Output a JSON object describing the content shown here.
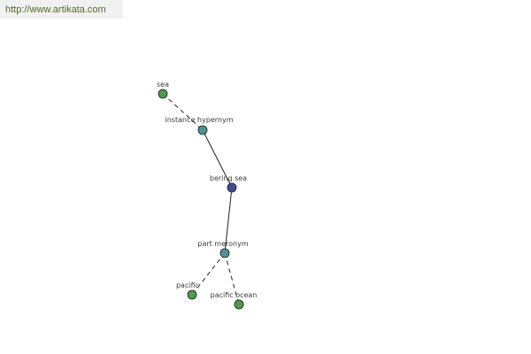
{
  "header": {
    "url": "http://www.artikata.com"
  },
  "colors": {
    "background": "#ffffff",
    "url_bar": "#f1f1f1",
    "url_text": "#4f6a2a",
    "center_node": "#3f4f8f",
    "relation_node": "#4f9494",
    "word_node": "#4f9a4f",
    "edge": "#222222",
    "label": "#3a3a3a"
  },
  "graph": {
    "nodes": [
      {
        "id": "sea",
        "label": "sea",
        "kind": "word"
      },
      {
        "id": "instance_hypernym",
        "label": "instance hypernym",
        "kind": "relation"
      },
      {
        "id": "bering_sea",
        "label": "bering sea",
        "kind": "center"
      },
      {
        "id": "part_meronym",
        "label": "part meronym",
        "kind": "relation"
      },
      {
        "id": "pacific",
        "label": "pacific",
        "kind": "word"
      },
      {
        "id": "pacific_ocean",
        "label": "pacific ocean",
        "kind": "word"
      }
    ],
    "edges": [
      {
        "from": "sea",
        "to": "instance_hypernym",
        "style": "dashed"
      },
      {
        "from": "instance_hypernym",
        "to": "bering_sea",
        "style": "solid"
      },
      {
        "from": "bering_sea",
        "to": "part_meronym",
        "style": "solid"
      },
      {
        "from": "part_meronym",
        "to": "pacific",
        "style": "dashed"
      },
      {
        "from": "part_meronym",
        "to": "pacific_ocean",
        "style": "dashed"
      }
    ]
  }
}
